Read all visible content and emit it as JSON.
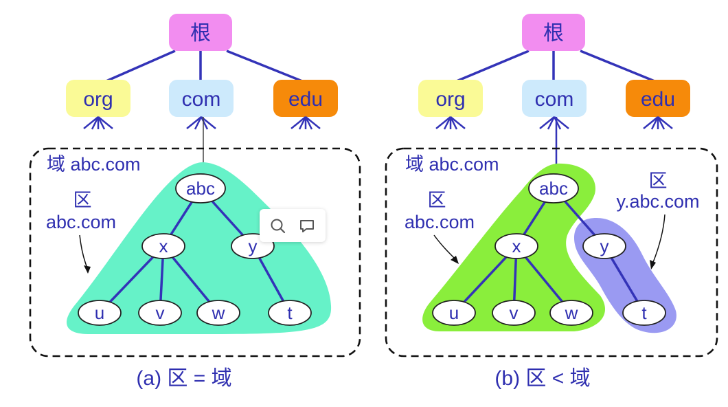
{
  "left": {
    "root": "根",
    "tlds": [
      "org",
      "com",
      "edu"
    ],
    "domain_label": "域 abc.com",
    "zone_char": "区",
    "zone_name": "abc.com",
    "nodes": {
      "abc": "abc",
      "x": "x",
      "y": "y",
      "u": "u",
      "v": "v",
      "w": "w",
      "t": "t"
    },
    "caption": "(a) 区 = 域"
  },
  "right": {
    "root": "根",
    "tlds": [
      "org",
      "com",
      "edu"
    ],
    "domain_label": "域 abc.com",
    "zone1_char": "区",
    "zone1_name": "abc.com",
    "zone2_char": "区",
    "zone2_name": "y.abc.com",
    "nodes": {
      "abc": "abc",
      "x": "x",
      "y": "y",
      "u": "u",
      "v": "v",
      "w": "w",
      "t": "t"
    },
    "caption": "(b) 区 < 域"
  },
  "colors": {
    "root": "#f28df0",
    "org": "#fafa96",
    "com": "#cdeafc",
    "edu": "#f68a0a",
    "zone_a": "#66f2c8",
    "zone_b1": "#8aee3c",
    "zone_b2": "#9a9af2",
    "ink": "#2f2fb0"
  },
  "toolbar": {
    "icons": [
      "search-icon",
      "comment-icon"
    ]
  }
}
